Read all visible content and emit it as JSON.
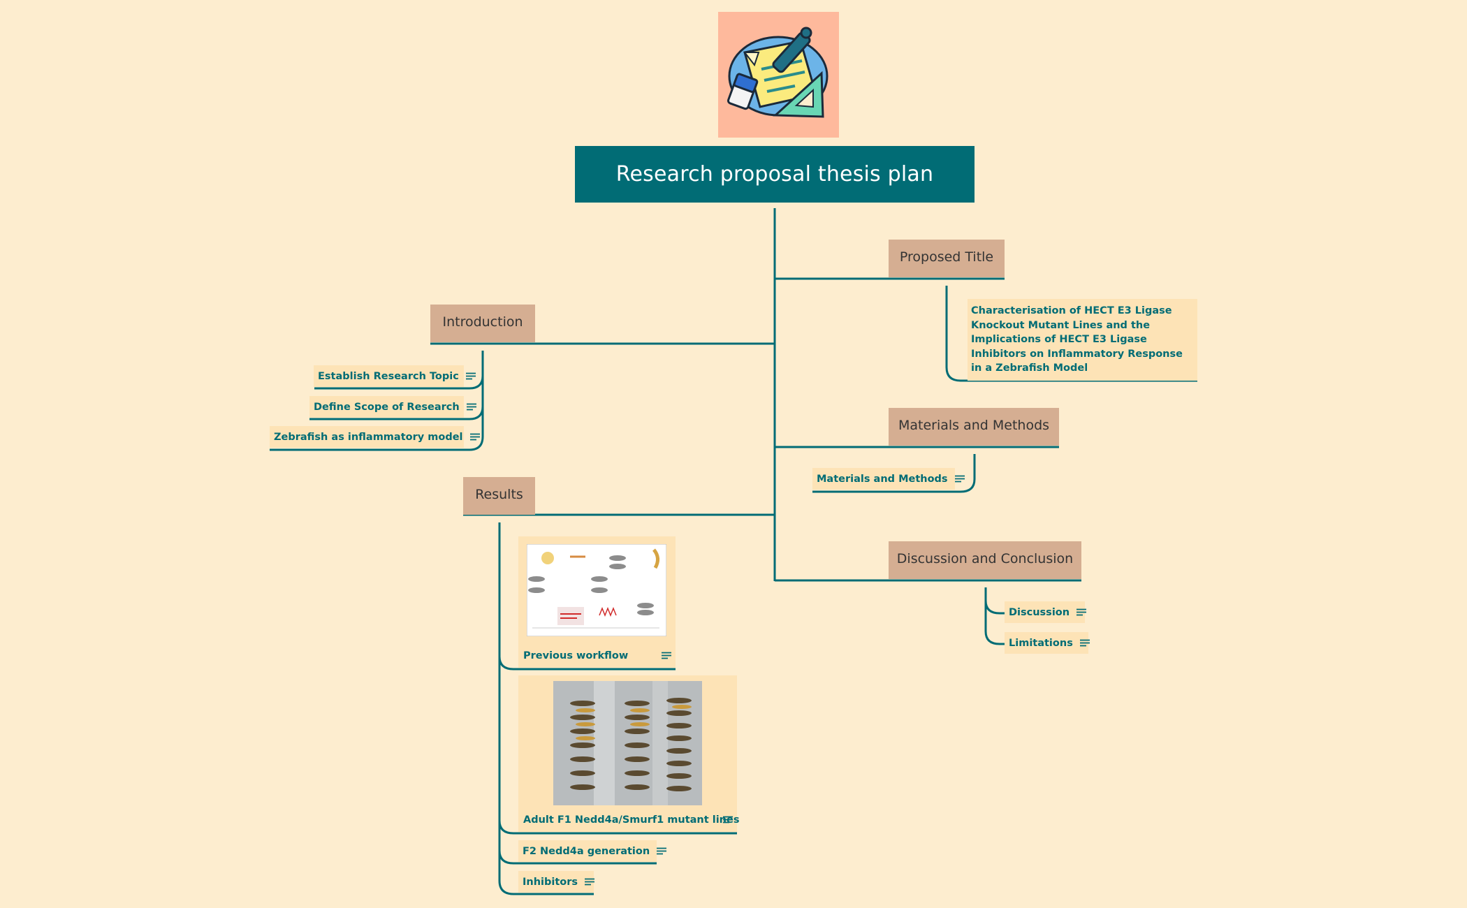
{
  "central": {
    "title": "Research proposal thesis plan",
    "image_icon": "stationery-icon"
  },
  "colors": {
    "background": "#fdedcf",
    "central": "#016c75",
    "branch": "#d5ae92",
    "leaf": "#fde3b6",
    "line": "#016c75"
  },
  "branches": {
    "introduction": {
      "label": "Introduction",
      "items": [
        "Establish Research Topic",
        "Define Scope of Research",
        "Zebrafish as inflammatory model"
      ]
    },
    "results": {
      "label": "Results",
      "previous_workflow": "Previous workflow",
      "adult_f1": "Adult F1 Nedd4a/Smurf1 mutant lines",
      "f2": "F2 Nedd4a generation",
      "inhibitors": "Inhibitors"
    },
    "proposed_title": {
      "label": "Proposed Title",
      "text": "Characterisation of HECT E3 Ligase Knockout Mutant Lines and the Implications of HECT E3 Ligase Inhibitors on Inflammatory Response in a Zebrafish Model"
    },
    "materials_methods": {
      "label": "Materials and Methods",
      "items": [
        "Materials and Methods"
      ]
    },
    "discussion": {
      "label": "Discussion and Conclusion",
      "items": [
        "Discussion",
        "Limitations"
      ]
    }
  }
}
